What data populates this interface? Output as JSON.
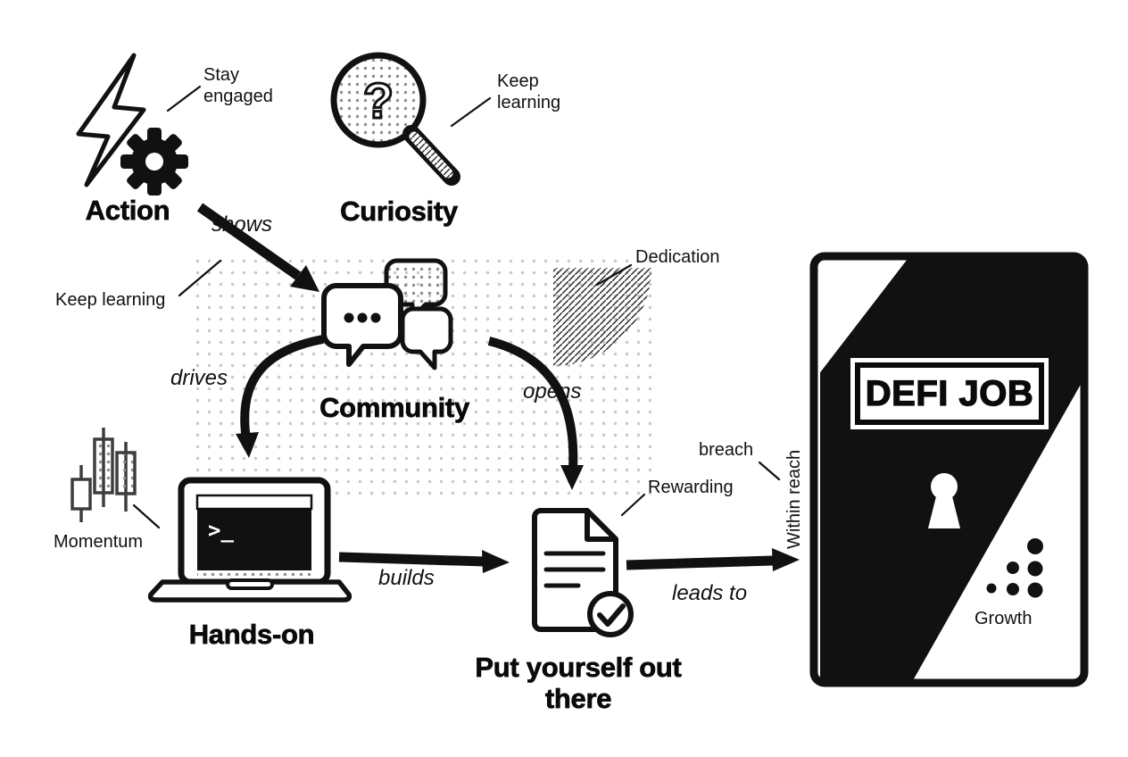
{
  "nodes": {
    "action": {
      "label": "Action"
    },
    "curiosity": {
      "label": "Curiosity",
      "icon_glyph": "?"
    },
    "community": {
      "label": "Community"
    },
    "hands_on": {
      "label": "Hands-on",
      "terminal_prompt": ">_"
    },
    "put_yourself": {
      "label": "Put yourself out there"
    },
    "defi_job": {
      "label": "DEFI JOB"
    }
  },
  "edges": {
    "shows": {
      "label": "shows"
    },
    "drives": {
      "label": "drives"
    },
    "opens": {
      "label": "opens"
    },
    "builds": {
      "label": "builds"
    },
    "leads_to": {
      "label": "leads to"
    }
  },
  "annotations": {
    "stay_engaged": "Stay engaged",
    "keep_learning_top": "Keep learning",
    "keep_learning_left": "Keep learning",
    "dedication": "Dedication",
    "momentum": "Momentum",
    "rewarding": "Rewarding",
    "breach": "breach",
    "within_reach": "Within reach",
    "growth": "Growth"
  },
  "icons": {
    "lightning": "lightning-bolt-icon",
    "gear": "gear-icon",
    "magnifier": "magnifier-question-icon",
    "chat": "chat-bubbles-icon",
    "candles": "candlestick-chart-icon",
    "laptop": "laptop-terminal-icon",
    "document": "document-check-icon",
    "door": "open-door-icon",
    "keyhole": "keyhole-icon",
    "growth_dots": "growth-dots-icon"
  },
  "colors": {
    "ink": "#111111",
    "paper": "#ffffff",
    "halftone": "#8f8f8f",
    "dot_grid": "#c8c8c8"
  }
}
